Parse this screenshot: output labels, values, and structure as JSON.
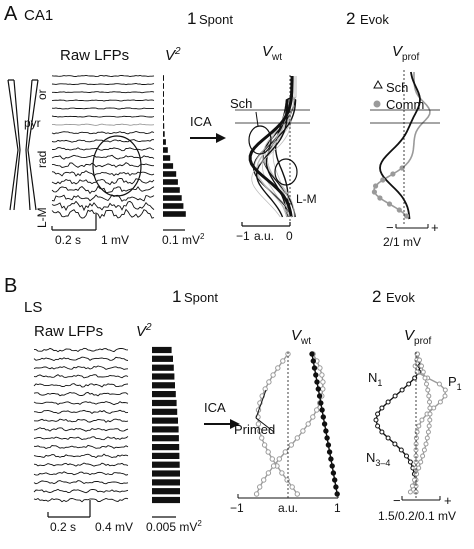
{
  "panelA": {
    "letter": "A",
    "region": "CA1",
    "col1": {
      "num": "1",
      "label": "Spont"
    },
    "col2": {
      "num": "2",
      "label": "Evok"
    },
    "raw_title": "Raw LFPs",
    "v2": "V",
    "v2_sup": "2",
    "layers": {
      "or": "or",
      "pyr": "pyr",
      "rad": "rad",
      "lm": "L-M"
    },
    "ica": "ICA",
    "vwt": "V",
    "vwt_sub": "wt",
    "vprof": "V",
    "vprof_sub": "prof",
    "sch": "Sch",
    "lm_lbl": "L-M",
    "legend_sch": "Sch",
    "legend_comm": "Comm",
    "scale_time": "0.2 s",
    "scale_volt": "1 mV",
    "scale_v2": "0.1 mV",
    "scale_v2_sup": "2",
    "axis_m1": "−1",
    "axis_au": "a.u.",
    "axis_0": "0",
    "prof_minus": "−",
    "prof_plus": "+",
    "prof_scale": "2/1 mV",
    "v2_bars": [
      0.02,
      0.02,
      0.02,
      0.03,
      0.03,
      0.04,
      0.05,
      0.07,
      0.12,
      0.2,
      0.3,
      0.42,
      0.55,
      0.62,
      0.7,
      0.78,
      0.85,
      0.95
    ]
  },
  "panelB": {
    "letter": "B",
    "region": "LS",
    "col1": {
      "num": "1",
      "label": "Spont"
    },
    "col2": {
      "num": "2",
      "label": "Evok"
    },
    "raw_title": "Raw LFPs",
    "v2": "V",
    "v2_sup": "2",
    "ica": "ICA",
    "primed": "Primed",
    "vwt": "V",
    "vwt_sub": "wt",
    "vprof": "V",
    "vprof_sub": "prof",
    "n1": "N",
    "n1_sub": "1",
    "p1": "P",
    "p1_sub": "1",
    "n34": "N",
    "n34_sub": "3–4",
    "scale_time": "0.2 s",
    "scale_volt": "0.4 mV",
    "scale_v2": "0.005 mV",
    "scale_v2_sup": "2",
    "axis_m1": "−1",
    "axis_au": "a.u.",
    "axis_1": "1",
    "prof_minus": "−",
    "prof_plus": "+",
    "prof_scale": "1.5/0.2/0.1 mV",
    "v2_bars": [
      0.7,
      0.75,
      0.78,
      0.8,
      0.82,
      0.85,
      0.88,
      0.9,
      0.93,
      0.95,
      0.96,
      0.97,
      0.98,
      0.99,
      1.0,
      1.0,
      1.0,
      1.0
    ]
  },
  "colors": {
    "ink": "#111111",
    "gray": "#9a9a9a",
    "lightgray": "#bdbdbd"
  }
}
